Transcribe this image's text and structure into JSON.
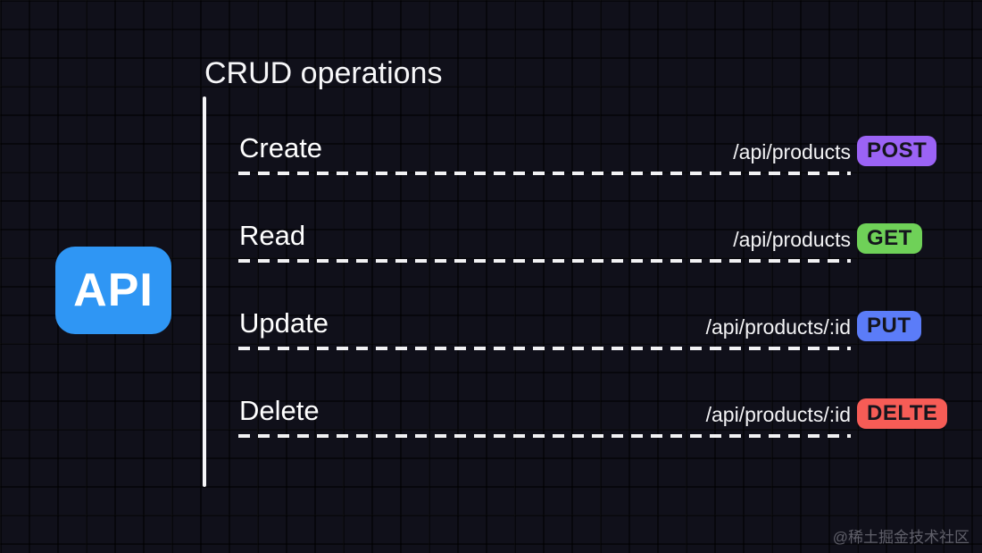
{
  "page": {
    "title": "CRUD operations",
    "background_color": "#10101a",
    "text_color": "#ffffff"
  },
  "api_badge": {
    "label": "API",
    "color": "#2f96f4"
  },
  "rows": [
    {
      "operation": "Create",
      "endpoint": "/api/products",
      "method": "POST",
      "method_color": "#9b63f5"
    },
    {
      "operation": "Read",
      "endpoint": "/api/products",
      "method": "GET",
      "method_color": "#6fd158"
    },
    {
      "operation": "Update",
      "endpoint": "/api/products/:id",
      "method": "PUT",
      "method_color": "#5b7cf8"
    },
    {
      "operation": "Delete",
      "endpoint": "/api/products/:id",
      "method": "DELTE",
      "method_color": "#f65c56"
    }
  ],
  "watermark": {
    "text": "@稀土掘金技术社区",
    "color": "#60606a"
  }
}
